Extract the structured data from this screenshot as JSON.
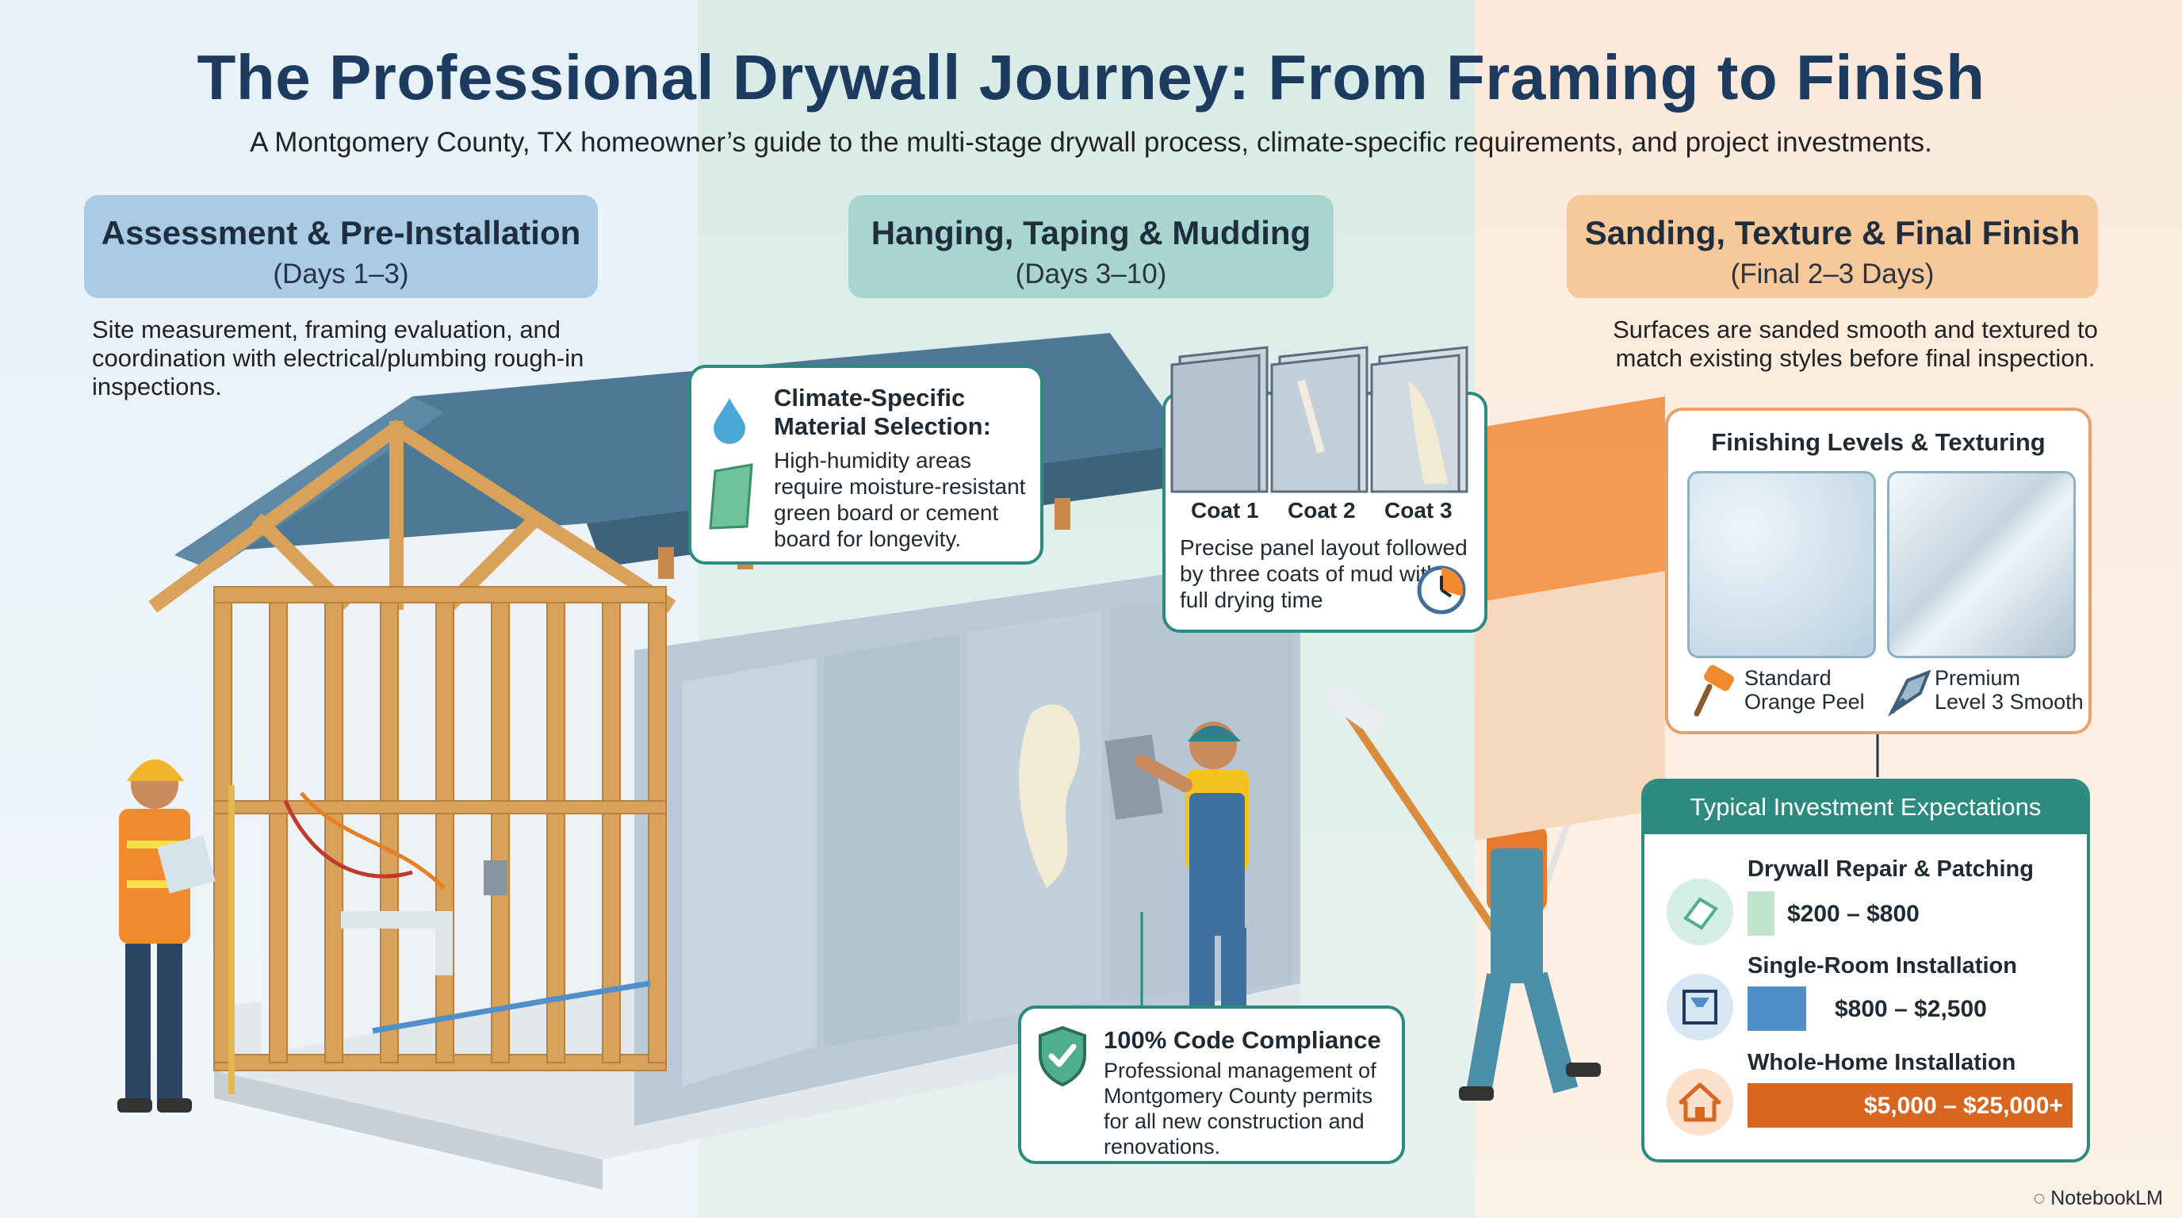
{
  "header": {
    "title": "The Professional Drywall Journey: From Framing to Finish",
    "subtitle": "A Montgomery County, TX homeowner’s guide to the multi-stage drywall process, climate-specific requirements, and project investments."
  },
  "stages": [
    {
      "title": "Assessment & Pre-Installation",
      "days": "(Days 1–3)",
      "description": "Site measurement, framing evaluation, and coordination with electrical/plumbing rough-in inspections.",
      "color": "#a9cbe6"
    },
    {
      "title": "Hanging, Taping & Mudding",
      "days": "(Days 3–10)",
      "color": "#a8d6cf"
    },
    {
      "title": "Sanding, Texture & Final Finish",
      "days": "(Final 2–3 Days)",
      "description": "Surfaces are sanded smooth and textured to match existing styles before final inspection.",
      "color": "#f6c89a"
    }
  ],
  "climate_card": {
    "heading": "Climate-Specific Material Selection:",
    "body": "High-humidity areas require moisture-resistant green board or cement board for longevity.",
    "icons": [
      "water-drop-icon",
      "green-board-icon"
    ]
  },
  "coats_card": {
    "coats": [
      "Coat 1",
      "Coat 2",
      "Coat 3"
    ],
    "caption": "Precise panel layout followed by three coats of mud with full drying time",
    "icon": "clock-icon"
  },
  "compliance_card": {
    "heading": "100% Code Compliance",
    "body": "Professional management of Montgomery County permits for all new construction and renovations.",
    "icon": "shield-check-icon"
  },
  "finishing_card": {
    "heading": "Finishing Levels & Texturing",
    "options": [
      {
        "label_line1": "Standard",
        "label_line2": "Orange Peel",
        "icon": "paint-roller-icon"
      },
      {
        "label_line1": "Premium",
        "label_line2": "Level 3 Smooth",
        "icon": "trowel-icon"
      }
    ]
  },
  "investment_card": {
    "heading": "Typical Investment Expectations",
    "items": [
      {
        "name": "Drywall Repair & Patching",
        "price": "$200 – $800",
        "icon": "patch-icon",
        "level": 0.04
      },
      {
        "name": "Single-Room Installation",
        "price": "$800 – $2,500",
        "icon": "room-frame-icon",
        "level": 0.18
      },
      {
        "name": "Whole-Home Installation",
        "price": "$5,000 – $25,000+",
        "icon": "house-icon",
        "level": 1.0
      }
    ],
    "bar_colors": [
      "#bfe3cf",
      "#4f8fca",
      "#d9661f"
    ]
  },
  "brand": {
    "label": "NotebookLM",
    "icon": "notebooklm-logo-icon"
  },
  "colors": {
    "title": "#1d3a5f",
    "teal_border": "#2c8a7f",
    "orange_border": "#e9a06a",
    "roof": "#4f7896",
    "lumber": "#d9a25b",
    "drywall": "#b9c9d6"
  }
}
